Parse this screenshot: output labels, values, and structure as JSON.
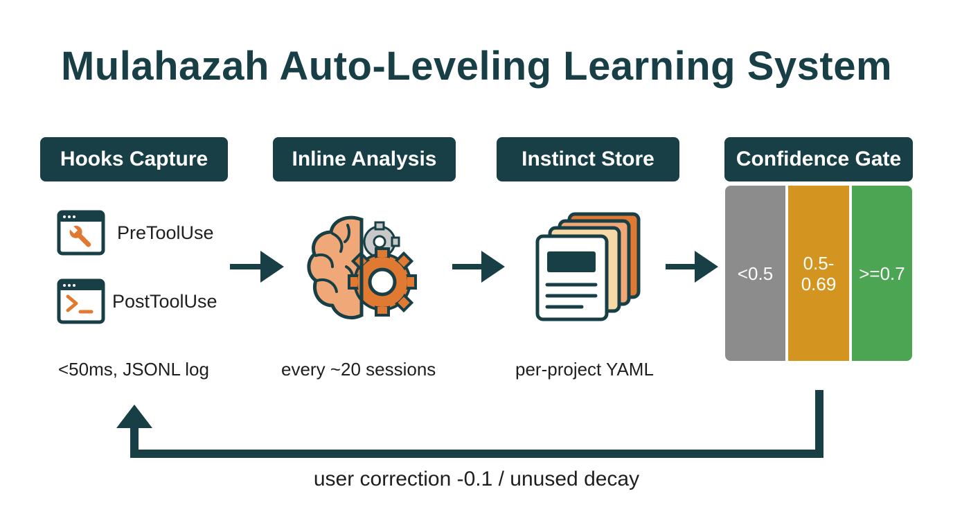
{
  "title": "Mulahazah Auto-Leveling Learning System",
  "colors": {
    "dark": "#173f45",
    "orange": "#e07a32",
    "brain": "#f0a878",
    "gray": "#8c8c8c",
    "amber": "#d3951f",
    "green": "#4ba552"
  },
  "stages": [
    {
      "label": "Hooks Capture",
      "caption": "<50ms, JSONL log"
    },
    {
      "label": "Inline Analysis",
      "caption": "every ~20 sessions"
    },
    {
      "label": "Instinct Store",
      "caption": "per-project YAML"
    },
    {
      "label": "Confidence Gate"
    }
  ],
  "hooks": [
    {
      "label": "PreToolUse",
      "icon": "wrench-window-icon"
    },
    {
      "label": "PostToolUse",
      "icon": "terminal-window-icon"
    }
  ],
  "confidence_bands": [
    {
      "label": "<0.5",
      "color": "#8c8c8c"
    },
    {
      "label": "0.5-0.69",
      "color": "#d3951f"
    },
    {
      "label": ">=0.7",
      "color": "#4ba552"
    }
  ],
  "feedback": "user correction -0.1 / unused decay"
}
